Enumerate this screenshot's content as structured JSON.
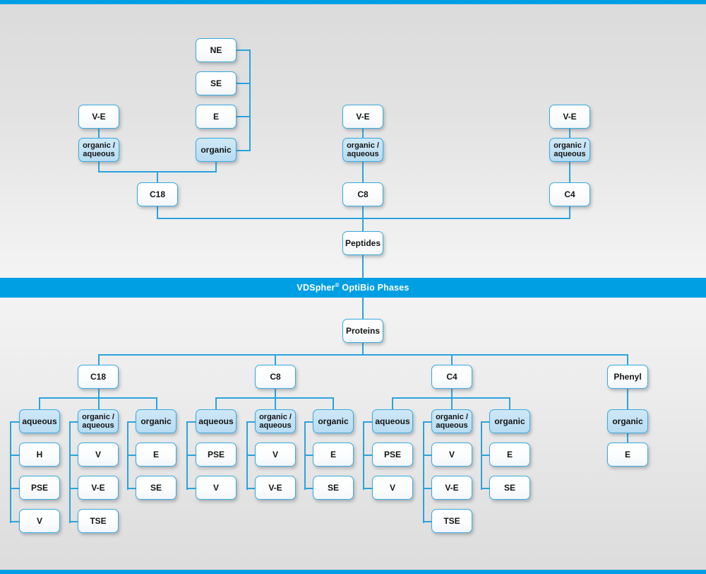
{
  "banner": {
    "brand": "VDSpher",
    "registered": "®",
    "suffix": " OptiBio Phases",
    "color": "#009fe3"
  },
  "theme": {
    "line_color": "#2aa3dd",
    "node_border": "#38aadf",
    "node_fill_white": "#ffffff",
    "node_fill_blue": "#bde0f2",
    "background_top": "#dcdcdc",
    "background_bottom": "#f3f3f3",
    "text_color": "#141414",
    "banner_text_color": "#ffffff"
  },
  "chart_data": {
    "type": "diagram",
    "title": "VDSpher® OptiBio Phases",
    "orientation": "two-sided tree: peptides above banner, proteins below banner",
    "roots": [
      {
        "label": "Peptides",
        "children": [
          {
            "label": "C18",
            "modes": [
              {
                "label": "organic / aqueous",
                "children": [
                  {
                    "label": "V-E"
                  }
                ]
              },
              {
                "label": "organic",
                "children": [
                  {
                    "label": "NE"
                  },
                  {
                    "label": "SE"
                  },
                  {
                    "label": "E"
                  }
                ]
              }
            ]
          },
          {
            "label": "C8",
            "modes": [
              {
                "label": "organic / aqueous",
                "children": [
                  {
                    "label": "V-E"
                  }
                ]
              }
            ]
          },
          {
            "label": "C4",
            "modes": [
              {
                "label": "organic / aqueous",
                "children": [
                  {
                    "label": "V-E"
                  }
                ]
              }
            ]
          }
        ]
      },
      {
        "label": "Proteins",
        "children": [
          {
            "label": "C18",
            "modes": [
              {
                "label": "aqueous",
                "children": [
                  {
                    "label": "H"
                  },
                  {
                    "label": "PSE"
                  },
                  {
                    "label": "V"
                  }
                ]
              },
              {
                "label": "organic / aqueous",
                "children": [
                  {
                    "label": "V"
                  },
                  {
                    "label": "V-E"
                  },
                  {
                    "label": "TSE"
                  }
                ]
              },
              {
                "label": "organic",
                "children": [
                  {
                    "label": "E"
                  },
                  {
                    "label": "SE"
                  }
                ]
              }
            ]
          },
          {
            "label": "C8",
            "modes": [
              {
                "label": "aqueous",
                "children": [
                  {
                    "label": "PSE"
                  },
                  {
                    "label": "V"
                  }
                ]
              },
              {
                "label": "organic / aqueous",
                "children": [
                  {
                    "label": "V"
                  },
                  {
                    "label": "V-E"
                  }
                ]
              },
              {
                "label": "organic",
                "children": [
                  {
                    "label": "E"
                  },
                  {
                    "label": "SE"
                  }
                ]
              }
            ]
          },
          {
            "label": "C4",
            "modes": [
              {
                "label": "aqueous",
                "children": [
                  {
                    "label": "PSE"
                  },
                  {
                    "label": "V"
                  }
                ]
              },
              {
                "label": "organic / aqueous",
                "children": [
                  {
                    "label": "V"
                  },
                  {
                    "label": "V-E"
                  },
                  {
                    "label": "TSE"
                  }
                ]
              },
              {
                "label": "organic",
                "children": [
                  {
                    "label": "E"
                  },
                  {
                    "label": "SE"
                  }
                ]
              }
            ]
          },
          {
            "label": "Phenyl",
            "modes": [
              {
                "label": "organic",
                "children": [
                  {
                    "label": "E"
                  }
                ]
              }
            ]
          }
        ]
      }
    ]
  },
  "top": {
    "c18_group": {
      "ve": "V-E",
      "organic_aqueous_l1": "organic /",
      "organic_aqueous_l2": "aqueous",
      "ne": "NE",
      "se": "SE",
      "e": "E",
      "organic": "organic",
      "stem": "C18"
    },
    "c8_group": {
      "ve": "V-E",
      "organic_aqueous_l1": "organic /",
      "organic_aqueous_l2": "aqueous",
      "stem": "C8"
    },
    "c4_group": {
      "ve": "V-E",
      "organic_aqueous_l1": "organic /",
      "organic_aqueous_l2": "aqueous",
      "stem": "C4"
    },
    "peptides": "Peptides"
  },
  "bottom": {
    "proteins": "Proteins",
    "c18": {
      "stem": "C18",
      "aqueous": "aqueous",
      "oa_l1": "organic /",
      "oa_l2": "aqueous",
      "organic": "organic",
      "aq_children": [
        "H",
        "PSE",
        "V"
      ],
      "oa_children": [
        "V",
        "V-E",
        "TSE"
      ],
      "org_children": [
        "E",
        "SE"
      ]
    },
    "c8": {
      "stem": "C8",
      "aqueous": "aqueous",
      "oa_l1": "organic /",
      "oa_l2": "aqueous",
      "organic": "organic",
      "aq_children": [
        "PSE",
        "V"
      ],
      "oa_children": [
        "V",
        "V-E"
      ],
      "org_children": [
        "E",
        "SE"
      ]
    },
    "c4": {
      "stem": "C4",
      "aqueous": "aqueous",
      "oa_l1": "organic /",
      "oa_l2": "aqueous",
      "organic": "organic",
      "aq_children": [
        "PSE",
        "V"
      ],
      "oa_children": [
        "V",
        "V-E",
        "TSE"
      ],
      "org_children": [
        "E",
        "SE"
      ]
    },
    "phenyl": {
      "stem": "Phenyl",
      "organic": "organic",
      "org_children": [
        "E"
      ]
    }
  }
}
